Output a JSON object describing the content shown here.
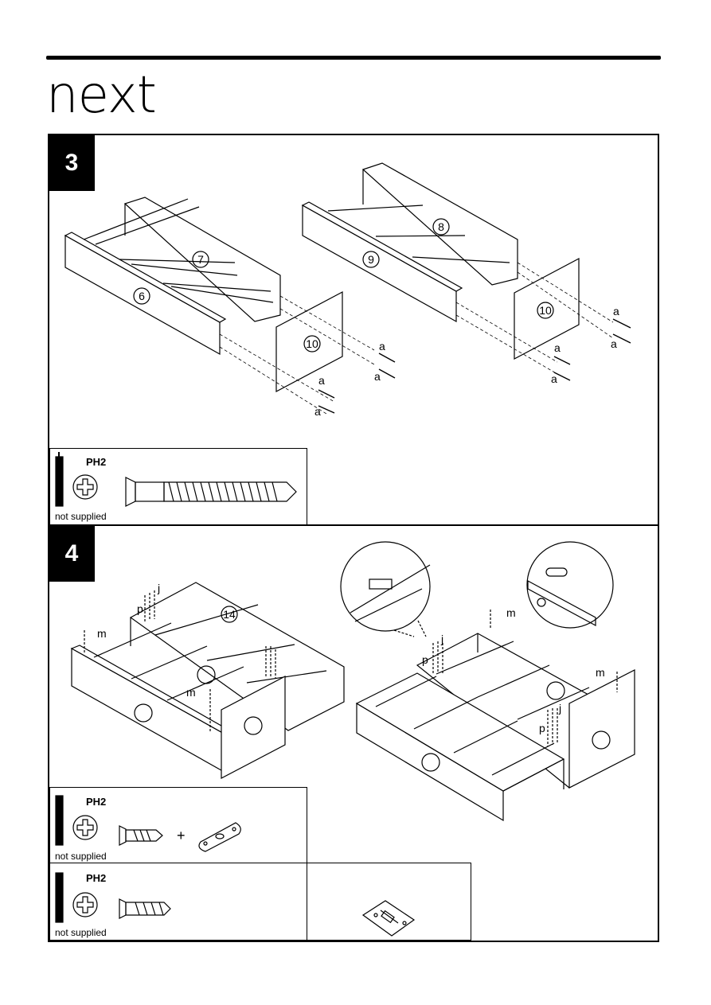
{
  "brand": {
    "logo_text": "next"
  },
  "steps": [
    {
      "number": "3"
    },
    {
      "number": "4"
    }
  ],
  "step3": {
    "part_labels": [
      "6",
      "7",
      "8",
      "9",
      "10",
      "10"
    ],
    "hardware_letter": "a",
    "tool": {
      "bit": "PH2",
      "note": "not supplied"
    }
  },
  "step4": {
    "part_labels": [
      "14"
    ],
    "hardware_letters": [
      "j",
      "p",
      "m",
      "m",
      "j",
      "p",
      "m",
      "m",
      "j",
      "p"
    ],
    "tool_1": {
      "bit": "PH2",
      "note": "not supplied",
      "plus": "+"
    },
    "tool_2": {
      "bit": "PH2",
      "note": "not supplied"
    }
  }
}
